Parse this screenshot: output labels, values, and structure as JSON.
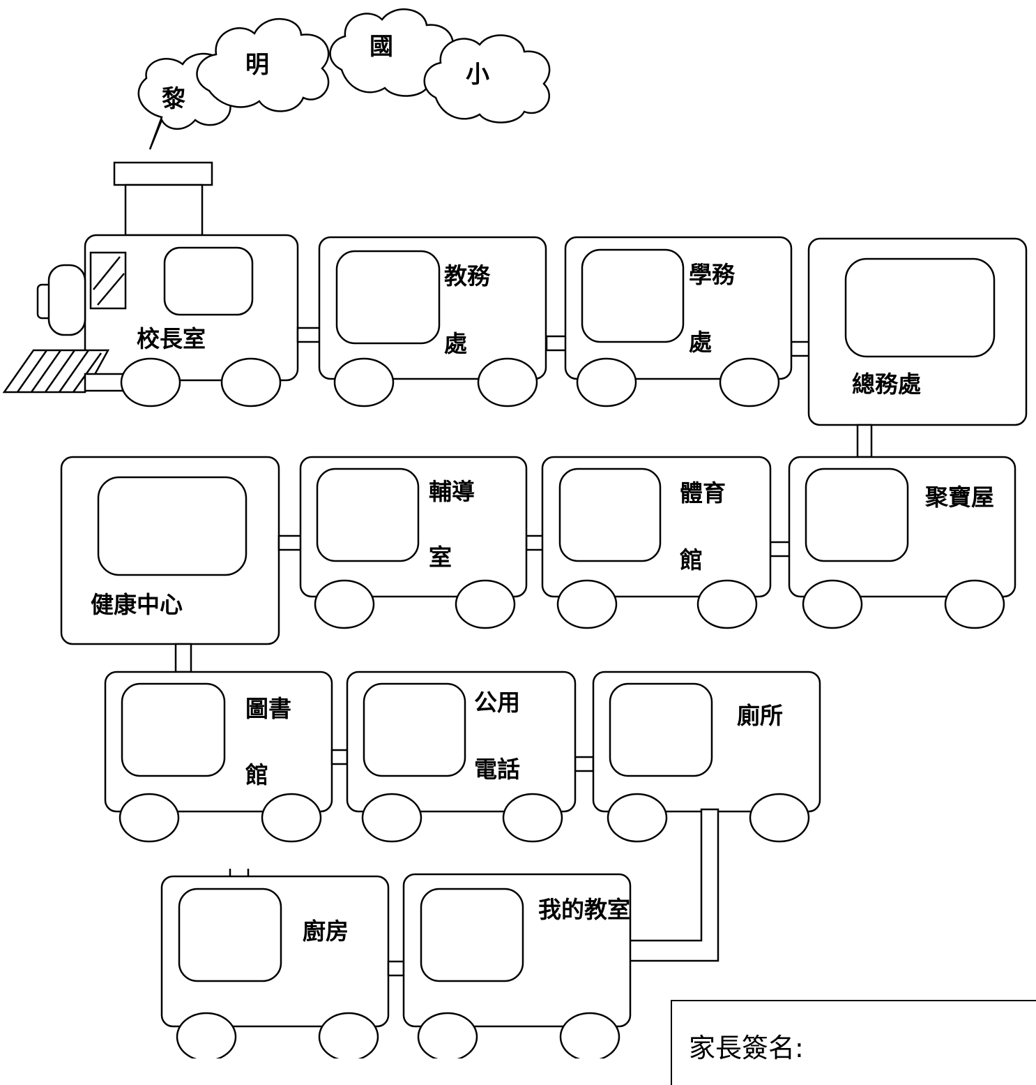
{
  "clouds": [
    "黎",
    "明",
    "國",
    "小"
  ],
  "rooms": {
    "principal": "校長室",
    "academic": [
      "教務",
      "處"
    ],
    "student_affairs": [
      "學務",
      "處"
    ],
    "general_affairs": "總務處",
    "counseling": [
      "輔導",
      "室"
    ],
    "gym": [
      "體育",
      "館"
    ],
    "treasure": "聚寶屋",
    "health": "健康中心",
    "library": [
      "圖書",
      "館"
    ],
    "phone": [
      "公用",
      "電話"
    ],
    "toilet": "廁所",
    "kitchen": "廚房",
    "classroom": "我的教室"
  },
  "signature_label": "家長簽名:"
}
